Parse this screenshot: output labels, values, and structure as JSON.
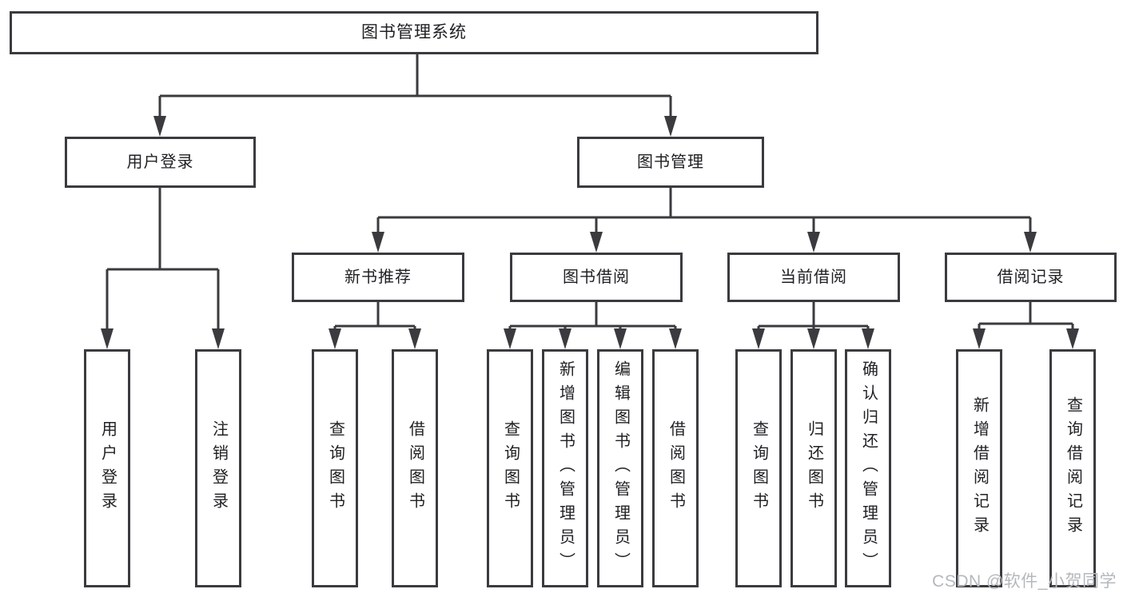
{
  "diagram": {
    "type": "tree",
    "root": {
      "label": "图书管理系统",
      "children": [
        {
          "label": "用户登录",
          "children": [
            {
              "label": "用户登录"
            },
            {
              "label": "注销登录"
            }
          ]
        },
        {
          "label": "图书管理",
          "children": [
            {
              "label": "新书推荐",
              "children": [
                {
                  "label": "查询图书"
                },
                {
                  "label": "借阅图书"
                }
              ]
            },
            {
              "label": "图书借阅",
              "children": [
                {
                  "label": "查询图书"
                },
                {
                  "label": "新增图书（管理员）"
                },
                {
                  "label": "编辑图书（管理员）"
                },
                {
                  "label": "借阅图书"
                }
              ]
            },
            {
              "label": "当前借阅",
              "children": [
                {
                  "label": "查询图书"
                },
                {
                  "label": "归还图书"
                },
                {
                  "label": "确认归还（管理员）"
                }
              ]
            },
            {
              "label": "借阅记录",
              "children": [
                {
                  "label": "新增借阅记录"
                },
                {
                  "label": "查询借阅记录"
                }
              ]
            }
          ]
        }
      ]
    }
  },
  "watermark": {
    "text": "CSDN @软件_小贺同学"
  },
  "colors": {
    "background": "#ffffff",
    "line": "#3b3b3f",
    "box_border": "#3b3b3f",
    "box_fill": "#ffffff",
    "text": "#202124",
    "watermark": "#b4b8bc"
  }
}
